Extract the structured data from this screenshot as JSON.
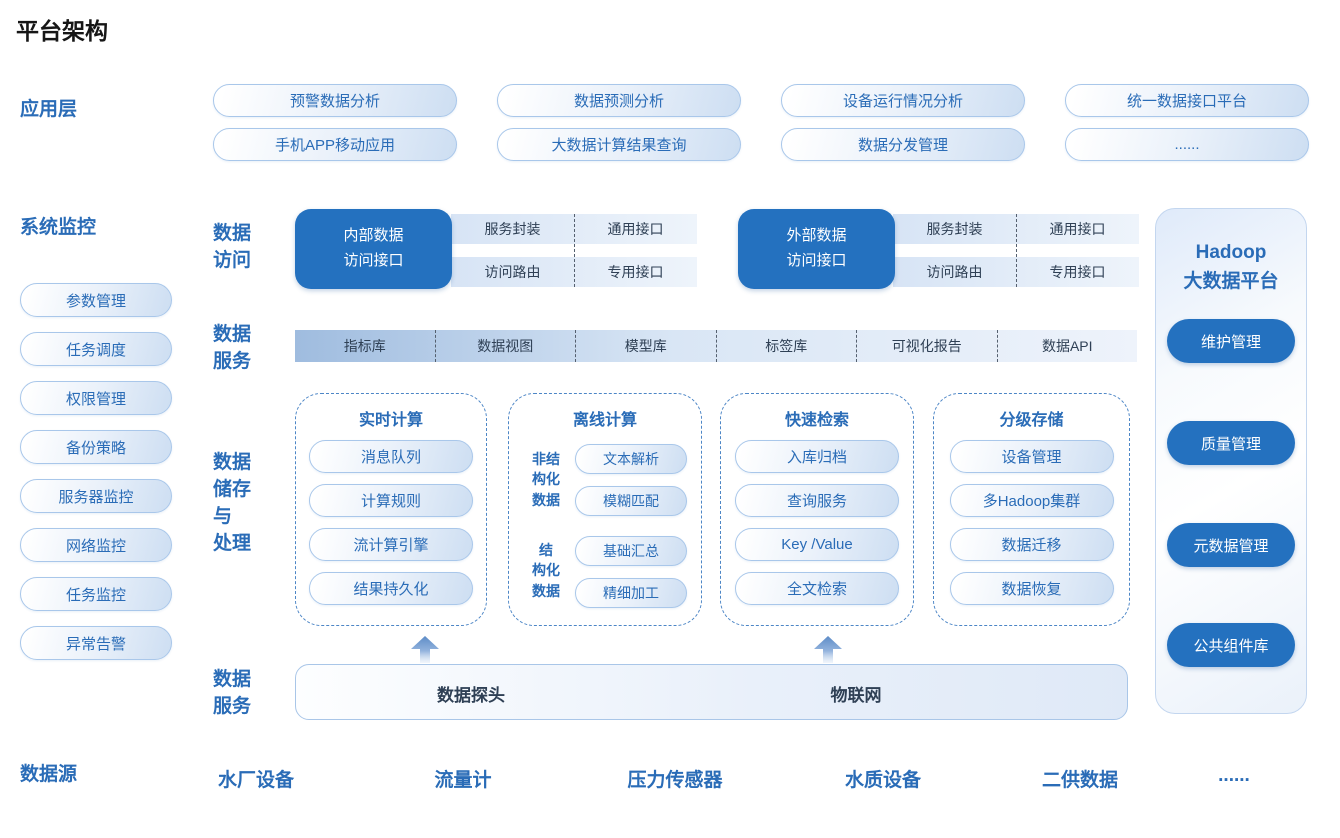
{
  "title": "平台架构",
  "colors": {
    "accent": "#2471bf",
    "label_blue": "#2a6cb7",
    "dark_text": "#2f4055"
  },
  "app_layer": {
    "label": "应用层",
    "pills": [
      "预警数据分析",
      "数据预测分析",
      "设备运行情况分析",
      "统一数据接口平台",
      "手机APP移动应用",
      "大数据计算结果查询",
      "数据分发管理",
      "......"
    ]
  },
  "system_monitor": {
    "label": "系统监控",
    "items": [
      "参数管理",
      "任务调度",
      "权限管理",
      "备份策略",
      "服务器监控",
      "网络监控",
      "任务监控",
      "异常告警"
    ]
  },
  "data_access": {
    "label": "数据\n访问",
    "groups": [
      {
        "box": "内部数据\n访问接口",
        "cells": [
          "服务封装",
          "通用接口",
          "访问路由",
          "专用接口"
        ]
      },
      {
        "box": "外部数据\n访问接口",
        "cells": [
          "服务封装",
          "通用接口",
          "访问路由",
          "专用接口"
        ]
      }
    ]
  },
  "data_service": {
    "label": "数据\n服务",
    "items": [
      "指标库",
      "数据视图",
      "模型库",
      "标签库",
      "可视化报告",
      "数据API"
    ]
  },
  "data_storage": {
    "label": "数据\n储存\n与\n处理",
    "boxes": [
      {
        "title": "实时计算",
        "pills": [
          "消息队列",
          "计算规则",
          "流计算引擎",
          "结果持久化"
        ]
      },
      {
        "title": "离线计算",
        "groups": [
          {
            "label": "非结\n构化\n数据",
            "pills": [
              "文本解析",
              "模糊匹配"
            ]
          },
          {
            "label": "结\n构化\n数据",
            "pills": [
              "基础汇总",
              "精细加工"
            ]
          }
        ]
      },
      {
        "title": "快速检索",
        "pills": [
          "入库归档",
          "查询服务",
          "Key /Value",
          "全文检索"
        ]
      },
      {
        "title": "分级存储",
        "pills": [
          "设备管理",
          "多Hadoop集群",
          "数据迁移",
          "数据恢复"
        ]
      }
    ]
  },
  "data_ingest": {
    "label": "数据\n服务",
    "bar_items": [
      "数据探头",
      "物联网"
    ],
    "arrow_icon": "arrow-up"
  },
  "hadoop": {
    "title": "Hadoop\n大数据平台",
    "buttons": [
      "维护管理",
      "质量管理",
      "元数据管理",
      "公共组件库"
    ]
  },
  "data_source": {
    "label": "数据源",
    "items": [
      "水厂设备",
      "流量计",
      "压力传感器",
      "水质设备",
      "二供数据",
      "......"
    ]
  }
}
